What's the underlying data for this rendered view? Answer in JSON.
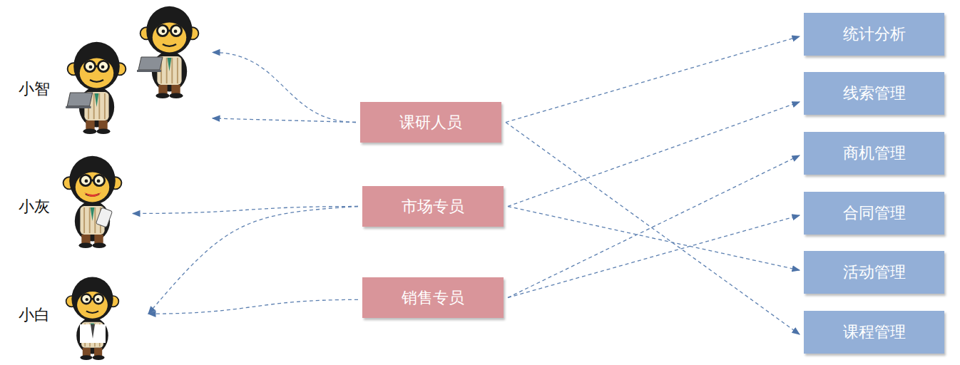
{
  "diagram": {
    "nodes": [
      {
        "text": [
          "小智"
        ]
      },
      {
        "text": [
          "小灰"
        ]
      },
      {
        "text": [
          "小白"
        ]
      },
      {
        "text": [
          "课研人员"
        ]
      },
      {
        "text": [
          "市场专员"
        ]
      },
      {
        "text": [
          "销售专员"
        ]
      },
      {
        "text": [
          "统计分析"
        ]
      },
      {
        "text": [
          "线索管理"
        ]
      },
      {
        "text": [
          "商机管理"
        ]
      },
      {
        "text": [
          "合同管理"
        ]
      },
      {
        "text": [
          "活动管理"
        ]
      },
      {
        "text": [
          "课程管理"
        ]
      }
    ],
    "edges": [
      {
        "from": 3,
        "to": 0,
        "arrow": "to"
      },
      {
        "from": 3,
        "to": 0,
        "arrow": "to"
      },
      {
        "from": 3,
        "to": 6,
        "arrow": "to"
      },
      {
        "from": 3,
        "to": 11,
        "arrow": "to"
      },
      {
        "from": 4,
        "to": 1,
        "arrow": "to"
      },
      {
        "from": 4,
        "to": 2,
        "arrow": "to"
      },
      {
        "from": 4,
        "to": 7,
        "arrow": "to"
      },
      {
        "from": 4,
        "to": 10,
        "arrow": "to"
      },
      {
        "from": 5,
        "to": 2,
        "arrow": "to"
      },
      {
        "from": 5,
        "to": 8,
        "arrow": "to"
      },
      {
        "from": 5,
        "to": 9,
        "arrow": "to"
      }
    ]
  }
}
